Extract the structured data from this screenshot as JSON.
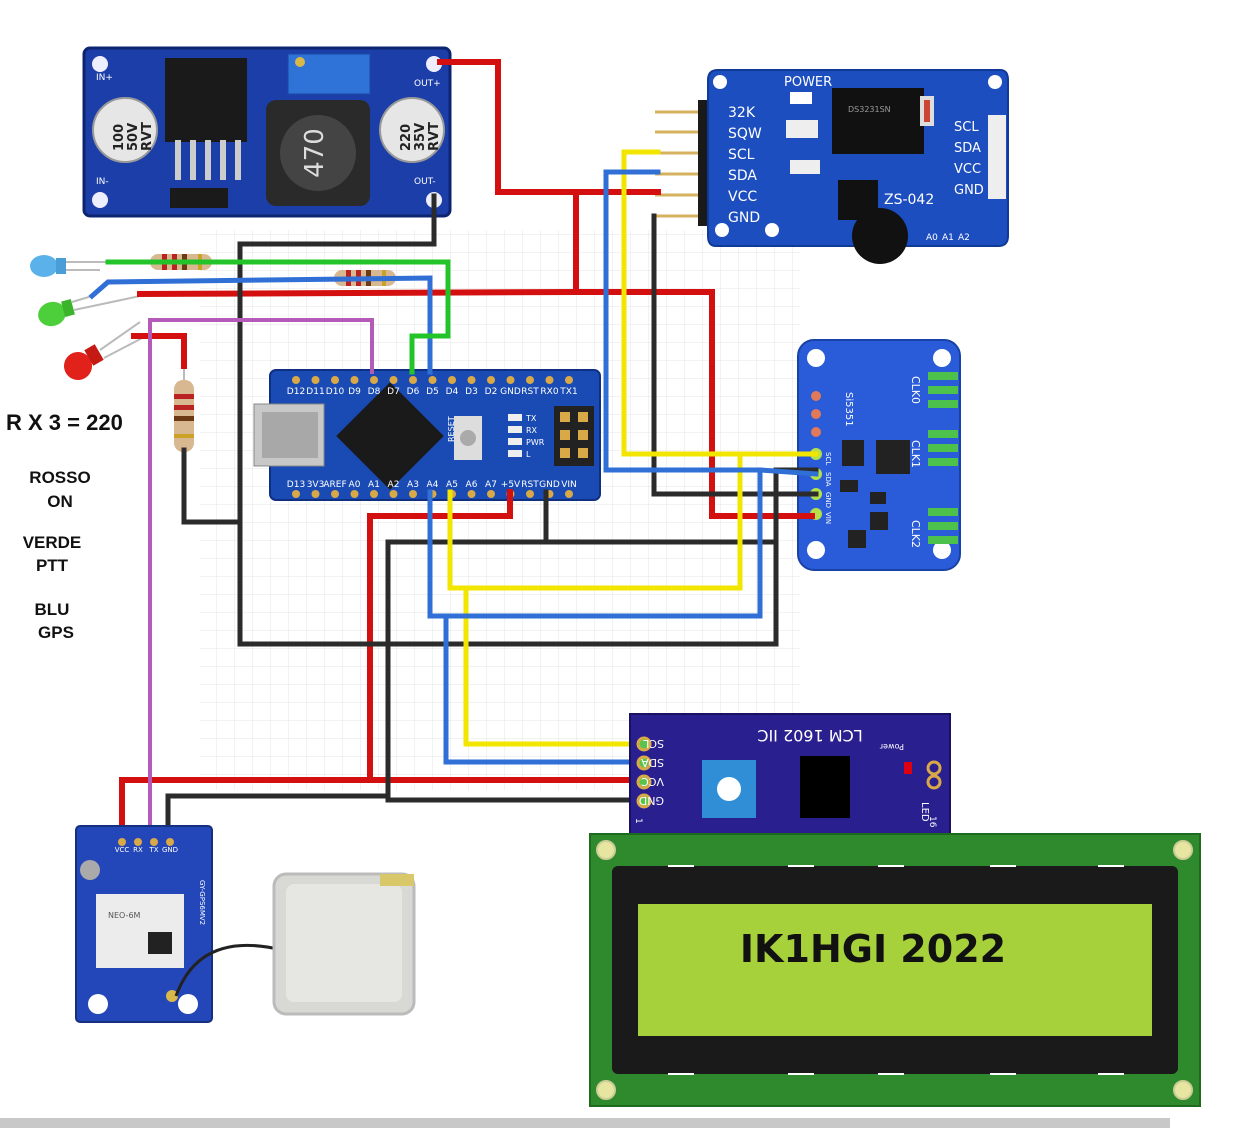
{
  "legend": {
    "resistor_note": "R X 3 = 220",
    "red": {
      "color_name": "ROSSO",
      "function": "ON"
    },
    "green": {
      "color_name": "VERDE",
      "function": "PTT"
    },
    "blue": {
      "color_name": "BLU",
      "function": "GPS"
    }
  },
  "buck_converter": {
    "label_in_top": "IN+",
    "label_in_bottom": "IN-",
    "label_out_top": "OUT+",
    "label_out_bottom": "OUT-",
    "inductor": "470",
    "cap_left": [
      "100",
      "50V",
      "RVT"
    ],
    "cap_right": [
      "220",
      "35V",
      "RVT"
    ]
  },
  "rtc": {
    "power": "POWER",
    "pins": [
      "32K",
      "SQW",
      "SCL",
      "SDA",
      "VCC",
      "GND"
    ],
    "right_pins": [
      "SCL",
      "SDA",
      "VCC",
      "GND"
    ],
    "model": "ZS-042",
    "chip": "DS3231SN",
    "addr": [
      "A0",
      "A1",
      "A2"
    ]
  },
  "arduino": {
    "top_pins": [
      "D12",
      "D11",
      "D10",
      "D9",
      "D8",
      "D7",
      "D6",
      "D5",
      "D4",
      "D3",
      "D2",
      "GND",
      "RST",
      "RX0",
      "TX1"
    ],
    "bottom_pins": [
      "D13",
      "3V3",
      "AREF",
      "A0",
      "A1",
      "A2",
      "A3",
      "A4",
      "A5",
      "A6",
      "A7",
      "+5V",
      "RST",
      "GND",
      "VIN"
    ],
    "reset": "RESET",
    "leds": [
      "TX",
      "RX",
      "PWR",
      "L"
    ]
  },
  "si5351": {
    "name": "Si5351",
    "clk": [
      "CLK0",
      "CLK1",
      "CLK2"
    ],
    "pins": [
      "SCL",
      "SDA",
      "GND",
      "VIN"
    ]
  },
  "lcd_backpack": {
    "title": "LCM 1602 IIC",
    "pins": [
      "SCL",
      "SDA",
      "VCC",
      "GND"
    ],
    "power": "Power",
    "led": "LED",
    "pin1": "1",
    "pin16": "16"
  },
  "lcd": {
    "text": "IK1HGI 2022"
  },
  "gps": {
    "pins": [
      "VCC",
      "RX",
      "TX",
      "GND"
    ],
    "module": "NEO-6M",
    "board": "GY-GPS6MV2"
  },
  "colors": {
    "wire_red": "#d40f0f",
    "wire_black": "#2b2b2b",
    "wire_yellow": "#f2e600",
    "wire_blue": "#2f6fd6",
    "wire_green": "#22c42a",
    "wire_purple": "#b45ab8",
    "pcb_blue": "#1a3fb0",
    "lcd_green": "#2e8b2a",
    "lcd_screen": "#a6d13a"
  }
}
